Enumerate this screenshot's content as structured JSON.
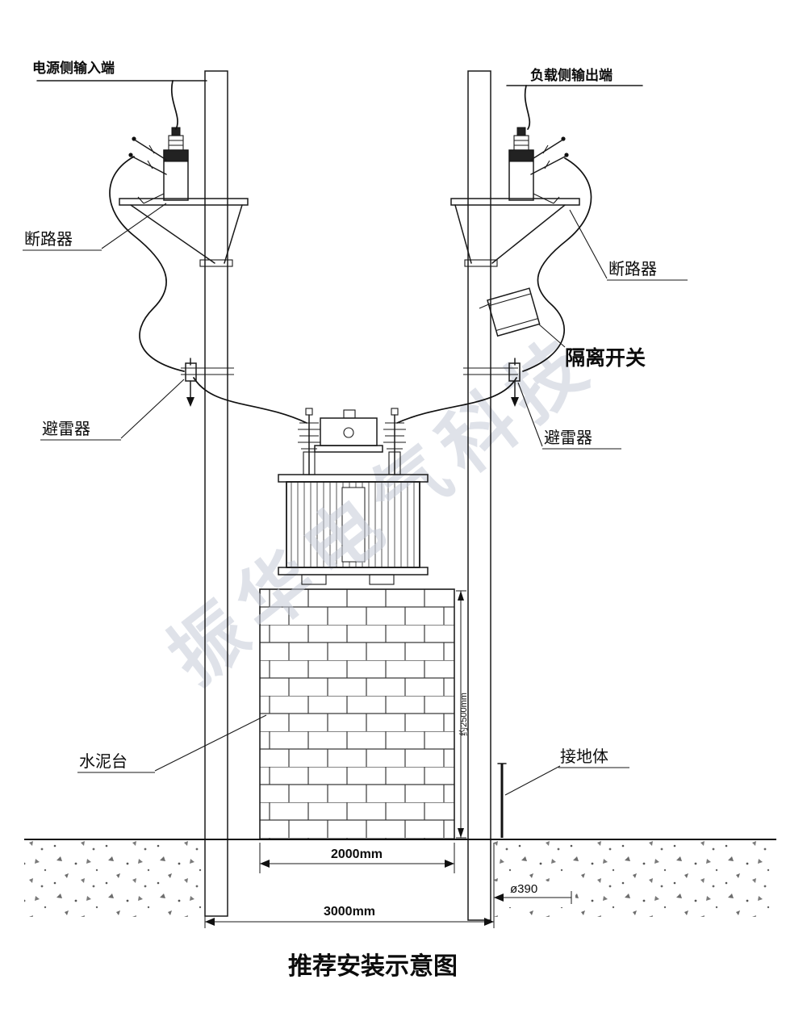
{
  "title": "推荐安装示意图",
  "watermark": "振华电气科技",
  "labels": {
    "power_input": "电源侧输入端",
    "load_output": "负载侧输出端",
    "breaker_left": "断路器",
    "breaker_right": "断路器",
    "isolation_switch": "隔离开关",
    "arrester_left": "避雷器",
    "arrester_right": "避雷器",
    "cement_platform": "水泥台",
    "grounding_body": "接地体"
  },
  "dimensions": {
    "platform_width": "2000mm",
    "span": "3000mm",
    "pole_diameter": "ø390",
    "platform_height": "约2500mm"
  }
}
